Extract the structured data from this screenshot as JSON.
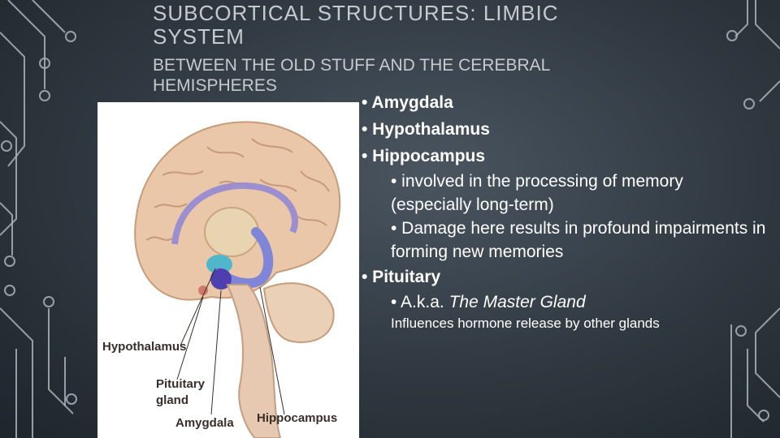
{
  "slide": {
    "title": "SUBCORTICAL STRUCTURES:  LIMBIC SYSTEM",
    "subtitle": "BETWEEN THE OLD STUFF AND THE CEREBRAL HEMISPHERES"
  },
  "bullets": {
    "amygdala": "• Amygdala",
    "hypothalamus": "• Hypothalamus",
    "hippocampus": "• Hippocampus",
    "hippocampus_sub1": "• involved in the processing of memory (especially long-term)",
    "hippocampus_sub2": "• Damage here results in profound impairments in forming new memories",
    "pituitary": "• Pituitary",
    "pituitary_sub1_prefix": "• A.k.a. ",
    "pituitary_sub1_italic": "The Master Gland",
    "pituitary_sub2": "Influences hormone release by other glands"
  },
  "figure": {
    "labels": {
      "hypothalamus": "Hypothalamus",
      "pituitary_line1": "Pituitary",
      "pituitary_line2": "gland",
      "amygdala": "Amygdala",
      "hippocampus": "Hippocampus"
    }
  },
  "colors": {
    "background": "#2f3840",
    "title_text": "#c4cbd1",
    "body_text": "#ffffff",
    "circuit": "#aab4bc",
    "cortex": "#e9c7a8",
    "hippocampus": "#7f86d8",
    "amygdala": "#4d3fb0",
    "hypothalamus": "#4fb7c9"
  }
}
